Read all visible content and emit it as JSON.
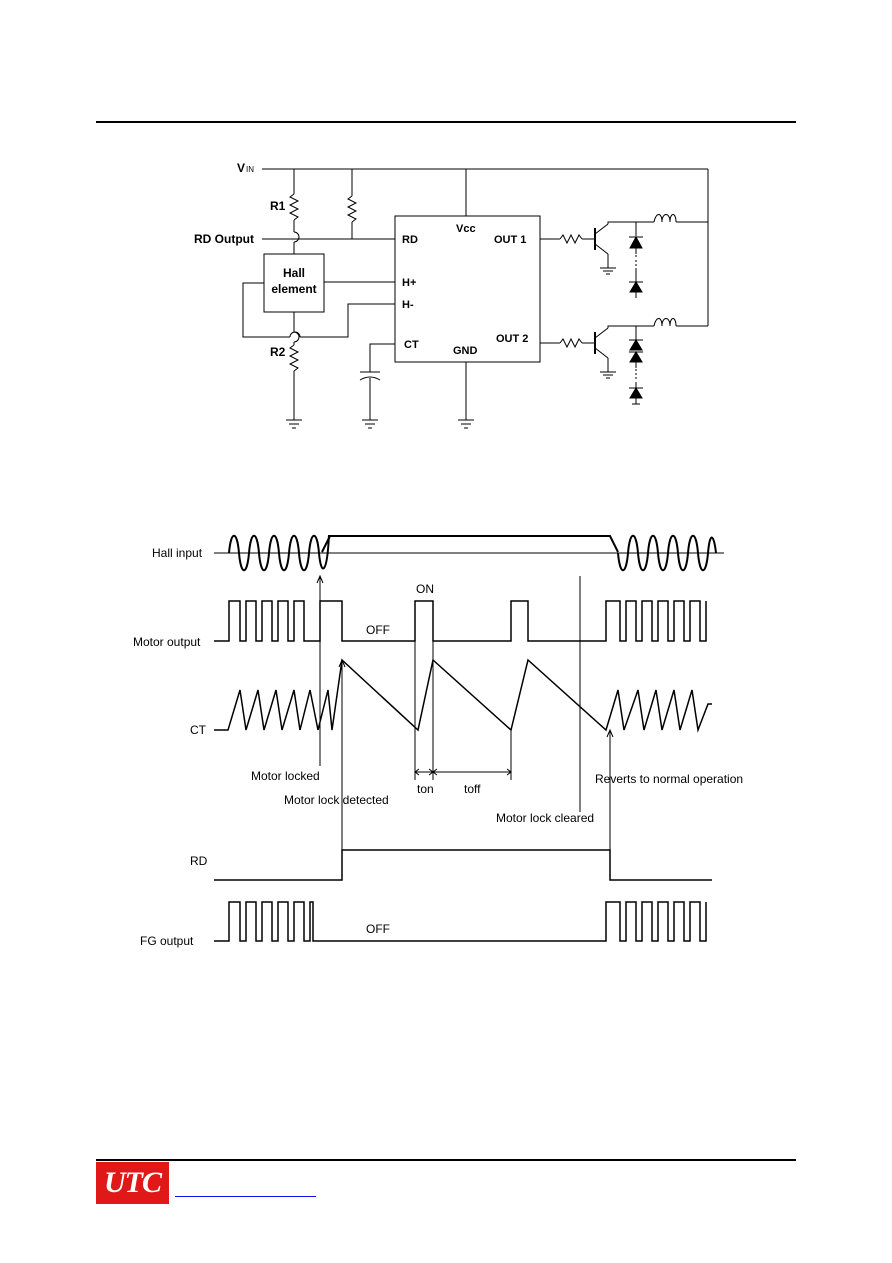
{
  "circuit": {
    "vin_label": "V",
    "vin_sub": "IN",
    "r1": "R1",
    "r2": "R2",
    "rd_output": "RD Output",
    "hall_line1": "Hall",
    "hall_line2": "element",
    "pin_vcc": "Vcc",
    "pin_rd": "RD",
    "pin_hplus": "H+",
    "pin_hminus": "H-",
    "pin_ct": "CT",
    "pin_gnd": "GND",
    "pin_out1": "OUT 1",
    "pin_out2": "OUT 2"
  },
  "timing": {
    "rows": {
      "hall_input": "Hall input",
      "motor_output": "Motor output",
      "ct": "CT",
      "rd": "RD",
      "fg_output": "FG output"
    },
    "labels": {
      "on": "ON",
      "off_motor": "OFF",
      "off_fg": "OFF",
      "motor_locked": "Motor locked",
      "motor_lock_detected": "Motor lock detected",
      "ton": "ton",
      "toff": "toff",
      "motor_lock_cleared": "Motor lock cleared",
      "reverts": "Reverts to normal operation"
    }
  },
  "footer": {
    "logo_text": "UTC",
    "logo_color": "#e01818",
    "link_color": "#1010e0"
  }
}
